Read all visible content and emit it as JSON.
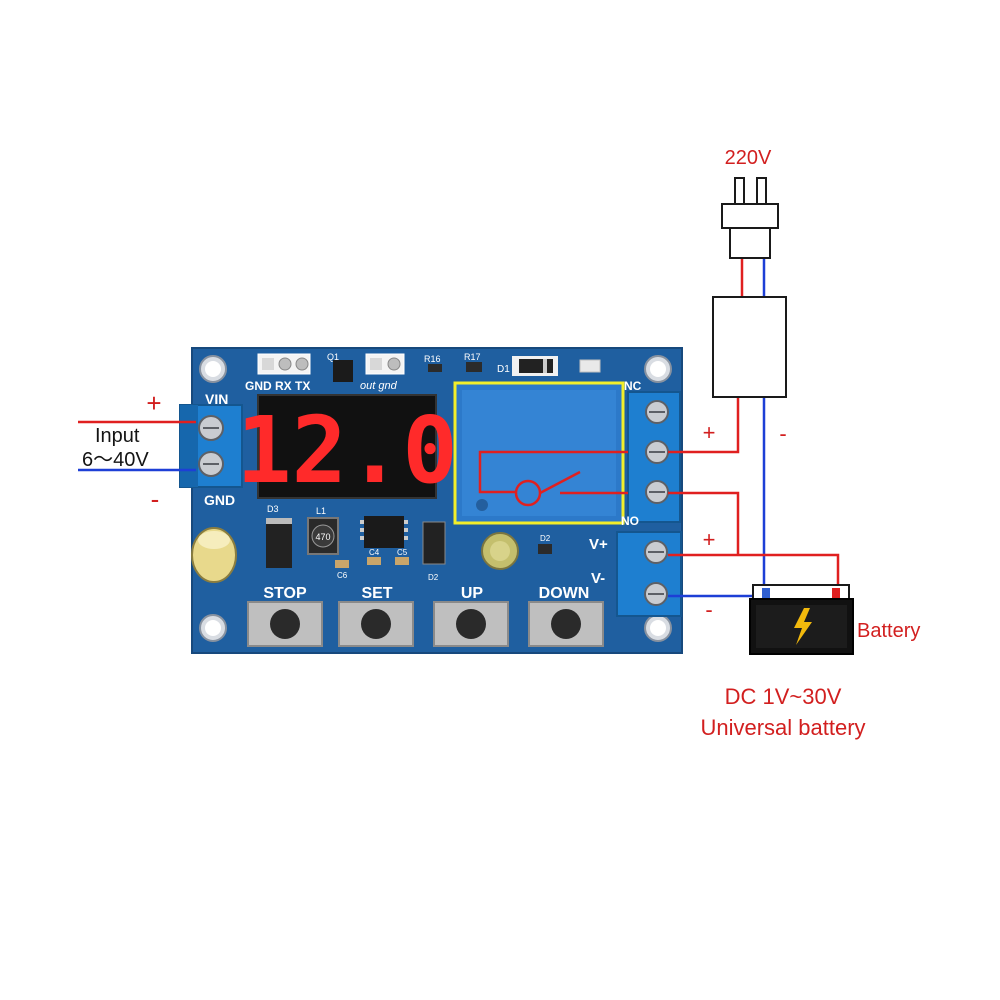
{
  "input": {
    "plus": "+",
    "minus": "-",
    "label": "Input",
    "range": "6～40V"
  },
  "board": {
    "vin": "VIN",
    "gnd": "GND",
    "header_labels": "GND RX TX",
    "out_gnd": "out gnd",
    "q1": "Q1",
    "r16": "R16",
    "r17": "R17",
    "d1": "D1",
    "d3": "D3",
    "l1": "L1",
    "l1_value": "470",
    "d2": "D2",
    "d2b": "D2",
    "c6": "C6",
    "c4": "C4",
    "c5": "C5",
    "nc": "NC",
    "no": "NO",
    "vplus": "V+",
    "vminus": "V-",
    "display": "12.0",
    "buttons": [
      "STOP",
      "SET",
      "UP",
      "DOWN"
    ]
  },
  "ac": {
    "voltage": "220V"
  },
  "relay_out": {
    "plus": "+",
    "minus": "-"
  },
  "battery_side": {
    "plus": "+",
    "minus": "-",
    "label": "Battery",
    "spec_line1": "DC 1V~30V",
    "spec_line2": "Universal battery"
  },
  "colors": {
    "pcb": "#1f5fa0",
    "wire_red": "#e02020",
    "wire_blue": "#1d3fd6",
    "terminal_blue": "#1e7fd0",
    "relay_blue": "#2c79c9",
    "outline_yellow": "#f2ee2a",
    "display_red": "#ff2a2a",
    "text_red": "#d21f1f"
  }
}
